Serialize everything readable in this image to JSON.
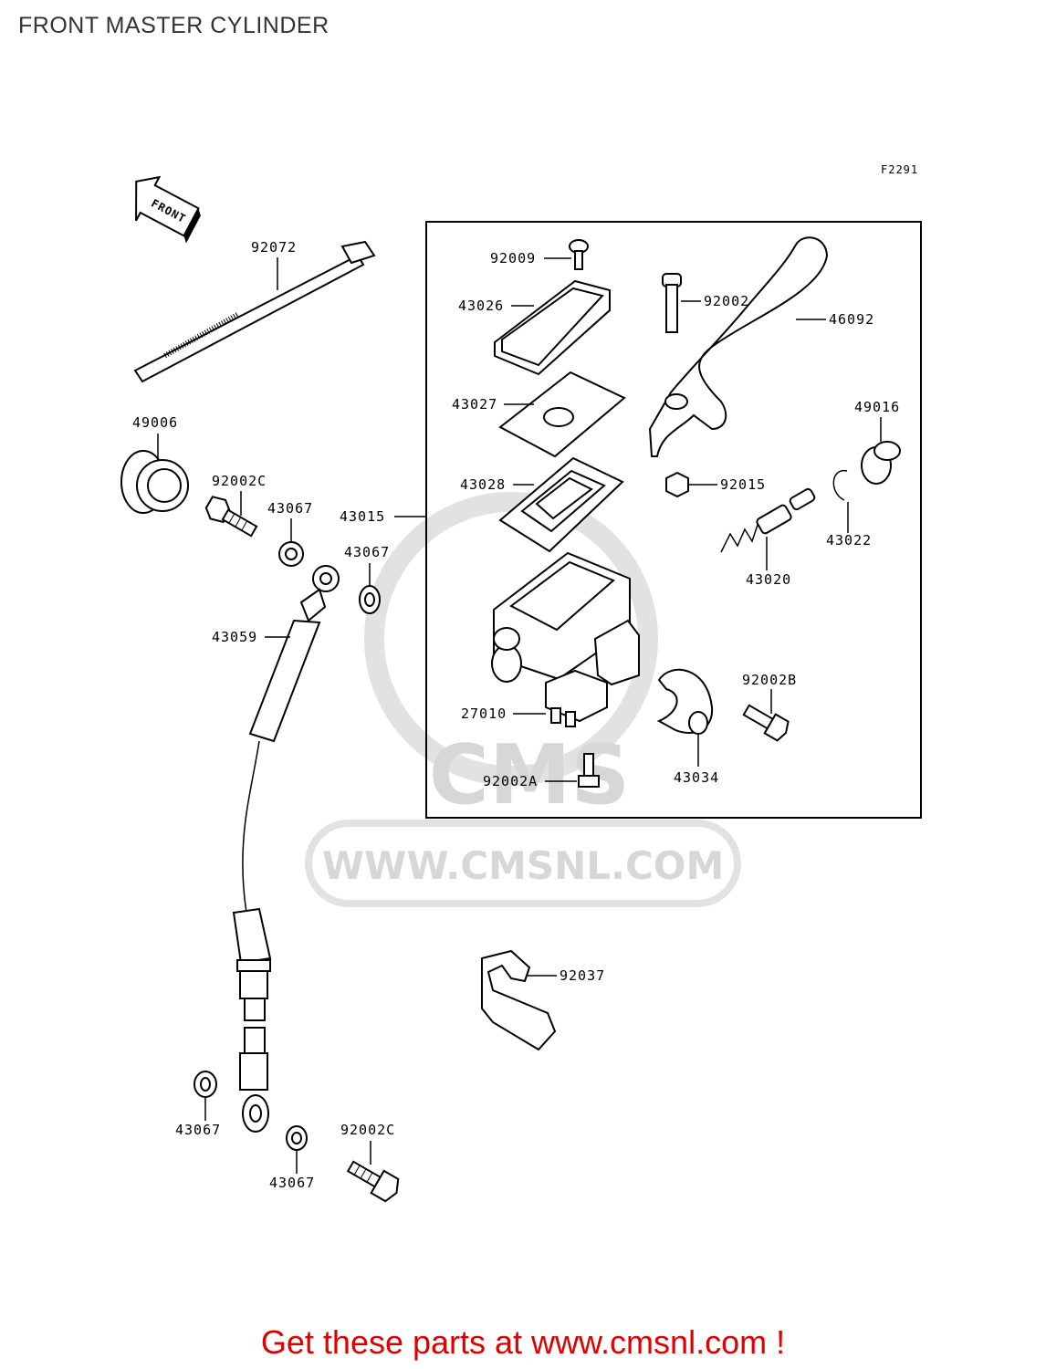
{
  "title": "FRONT MASTER CYLINDER",
  "figure_code": "F2291",
  "front_arrow_label": "FRONT",
  "watermark": {
    "logo_text": "CMS",
    "url": "WWW.CMSNL.COM"
  },
  "promo_text": "Get these parts at www.cmsnl.com !",
  "part_labels": {
    "p92072": "92072",
    "p49006": "49006",
    "p92002C_top": "92002C",
    "p43067_a": "43067",
    "p43067_b": "43067",
    "p43015": "43015",
    "p43059": "43059",
    "p92009": "92009",
    "p43026": "43026",
    "p43027": "43027",
    "p43028": "43028",
    "p92002": "92002",
    "p46092": "46092",
    "p49016": "49016",
    "p92015": "92015",
    "p43022": "43022",
    "p43020": "43020",
    "p92002B": "92002B",
    "p27010": "27010",
    "p43034": "43034",
    "p92002A": "92002A",
    "p92037": "92037",
    "p43067_c": "43067",
    "p43067_d": "43067",
    "p92002C_bottom": "92002C"
  },
  "colors": {
    "promo": "#e00000",
    "title": "#333333",
    "watermark": "#d7d7d7"
  }
}
